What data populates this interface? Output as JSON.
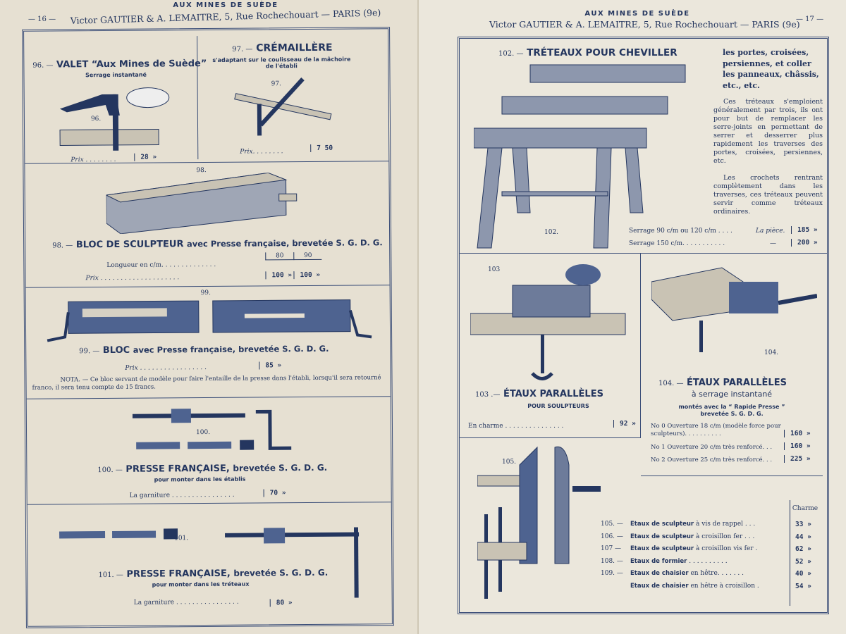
{
  "header": {
    "line1": "AUX MINES DE SUÈDE",
    "line2": "Victor GAUTIER & A. LEMAITRE, 5, Rue Rochechouart — PARIS (9e)"
  },
  "left_page": {
    "page_number": "— 16 —",
    "item96": {
      "number": "96. —",
      "title": "VALET “Aux Mines de Suède”",
      "subtitle": "Serrage instantané",
      "fig": "96.",
      "price_label": "Prix . . . . . . . .",
      "price": "28 »"
    },
    "item97": {
      "number": "97. —",
      "title": "CRÉMAILLÈRE",
      "subtitle": "s'adaptant sur le coulisseau de la mâchoire de l'établi",
      "fig": "97.",
      "price_label": "Prix. . . . . . . .",
      "price": "7 50"
    },
    "item98": {
      "fig": "98.",
      "number": "98. —",
      "title": "BLOC DE SCULPTEUR",
      "title_rest": "avec Presse française, brevetée S. G. D. G.",
      "length_label": "Longueur en c/m. . . . . . . . . . . . . .",
      "lengths": [
        "80",
        "90"
      ],
      "price_label": "Prix . . . . . . . . . . . . . . . . . . . .",
      "prices": [
        "100 »",
        "100 »"
      ]
    },
    "item99": {
      "fig": "99.",
      "number": "99. —",
      "title": "BLOC",
      "title_rest": "avec Presse française, brevetée S. G. D. G.",
      "price_label": "Prix . . . . . . . . . . . . . . . . .",
      "price": "85 »",
      "note": "NOTA. — Ce bloc servant de modèle pour faire l'entaille de la presse dans l'établi, lorsqu'il sera retourné franco, il sera tenu compte de 15 francs."
    },
    "item100": {
      "fig": "100.",
      "number": "100. —",
      "title": "PRESSE FRANÇAISE,",
      "title_rest": "brevetée S. G. D. G.",
      "subtitle": "pour monter dans les établis",
      "price_label": "La garniture . . . . . . . . . . . . . . . .",
      "price": "70 »"
    },
    "item101": {
      "fig": "101.",
      "number": "101. —",
      "title": "PRESSE FRANÇAISE,",
      "title_rest": "brevetée S. G. D. G.",
      "subtitle": "pour monter dans les tréteaux",
      "price_label": "La garniture . . . . . . . . . . . . . . . .",
      "price": "80 »"
    }
  },
  "right_page": {
    "page_number": "— 17 —",
    "item102": {
      "number": "102. —",
      "title": "TRÉTEAUX POUR CHEVILLER",
      "title_cont": "les portes, croisées, persiennes, et coller les panneaux, châssis, etc., etc.",
      "para1": "Ces tréteaux s'emploient généralement par trois, ils ont pour but de remplacer les serre-joints en permettant de serrer et desserrer plus rapidement les traverses des portes, croisées, persiennes, etc.",
      "para2": "Les crochets rentrant complètement dans les traverses, ces tréteaux peuvent servir comme tréteaux ordinaires.",
      "fig": "102.",
      "rows": [
        {
          "label": "Serrage 90 c/m ou 120 c/m . . . .",
          "unit": "La pièce.",
          "price": "185 »"
        },
        {
          "label": "Serrage 150 c/m. . . . . . . . . . .",
          "unit": "—",
          "price": "200 »"
        }
      ]
    },
    "item103": {
      "fig": "103",
      "number": "103 .—",
      "title": "ÉTAUX PARALLÈLES",
      "subtitle": "POUR SOULPTEURS",
      "price_label": "En charme . . . . . . . . . . . . . . .",
      "price": "92 »"
    },
    "item104": {
      "fig": "104.",
      "number": "104. —",
      "title": "ÉTAUX PARALLÈLES",
      "subtitle": "à serrage instantané",
      "subtitle2": "montés avec la “ Rapide Presse ”",
      "subtitle3": "brevetée S. G. D. G.",
      "rows": [
        {
          "label": "No 0 Ouverture 18 c/m (modèle force pour sculpteurs). . . . . . . . . .",
          "price": "160 »"
        },
        {
          "label": "No 1 Ouverture 20 c/m très renforcé. . .",
          "price": "160 »"
        },
        {
          "label": "No 2 Ouverture 25 c/m très renforcé. . .",
          "price": "225 »"
        }
      ]
    },
    "item105": {
      "fig": "105.",
      "column_header": "Charme",
      "rows": [
        {
          "number": "105. —",
          "bold": "Etaux de sculpteur",
          "rest": "à vis de rappel . . .",
          "price": "33 »"
        },
        {
          "number": "106. —",
          "bold": "Etaux de sculpteur",
          "rest": "à croisillon fer . . .",
          "price": "44 »"
        },
        {
          "number": "107 —",
          "bold": "Etaux de sculpteur",
          "rest": "à croisillon vis fer .",
          "price": "62 »"
        },
        {
          "number": "108. —",
          "bold": "Etaux de formier",
          "rest": ". . . . . . . . . .",
          "price": "52 »"
        },
        {
          "number": "109. —",
          "bold": "Etaux de chaisier",
          "rest": "en hêtre. . . . . . .",
          "price": "40 »"
        },
        {
          "number": "",
          "bold": "Etaux de chaisier",
          "rest": "en hêtre à croisillon .",
          "price": "54 »"
        }
      ]
    }
  },
  "colors": {
    "ink": "#24365f",
    "paper_left": "#e6e0d2",
    "paper_right": "#ebe7dc"
  }
}
